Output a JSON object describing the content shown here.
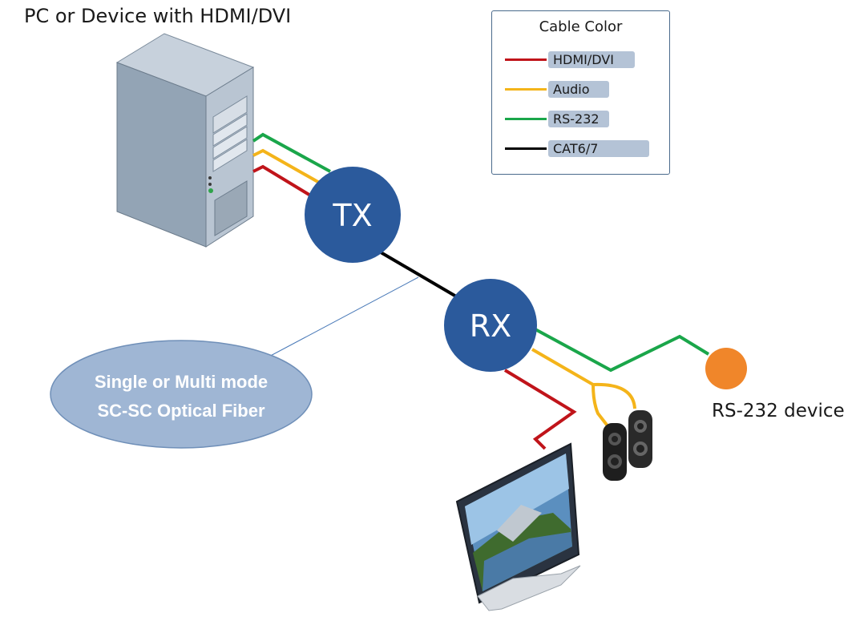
{
  "title": "PC or Device with HDMI/DVI",
  "legend": {
    "title": "Cable Color",
    "items": [
      {
        "label": "HDMI/DVI",
        "color": "#c0141a"
      },
      {
        "label": "Audio",
        "color": "#f4b41a"
      },
      {
        "label": "RS-232",
        "color": "#1aa64a"
      },
      {
        "label": "CAT6/7",
        "color": "#000000"
      }
    ]
  },
  "nodes": {
    "tx": "TX",
    "rx": "RX"
  },
  "fiber": {
    "line1": "Single or Multi mode",
    "line2": "SC-SC Optical Fiber"
  },
  "rs232_device": "RS-232 device",
  "colors": {
    "node": "#2b5a9c",
    "fiber_ellipse": "#9fb6d4",
    "rs232_device": "#f0862a"
  }
}
